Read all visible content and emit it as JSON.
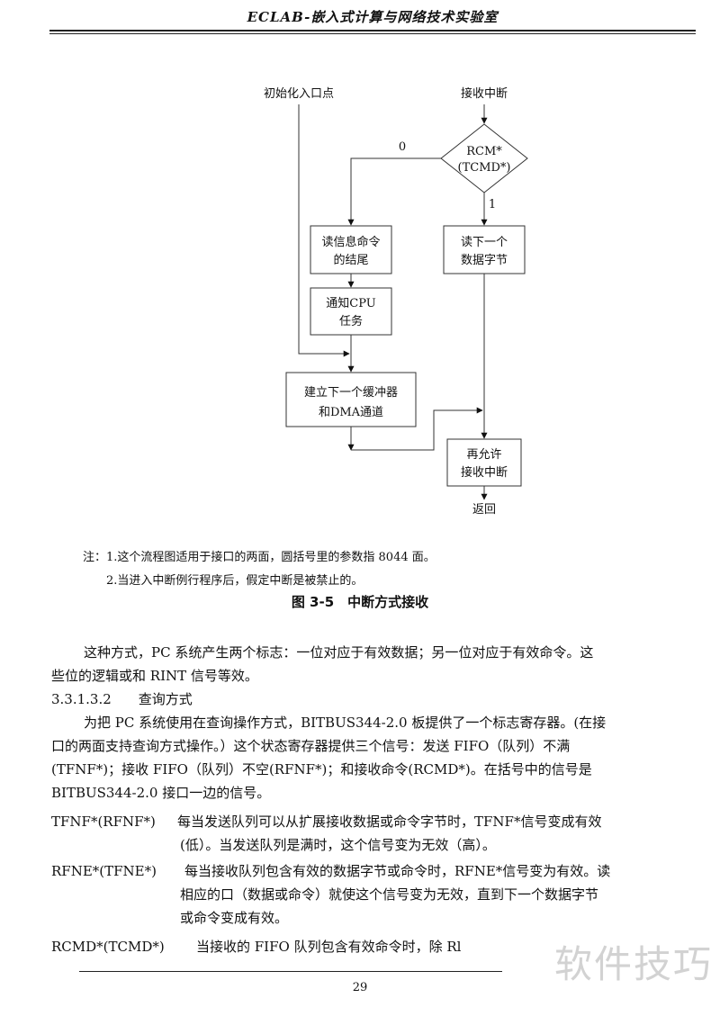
{
  "header": {
    "title": "ECLAB-嵌入式计算与网络技术实验室"
  },
  "flowchart": {
    "entry_init": "初始化入口点",
    "entry_recv": "接收中断",
    "decision_line1": "RCM*",
    "decision_line2": "(TCMD*)",
    "branch_zero": "0",
    "branch_one": "1",
    "box_read_end_1": "读信息命令",
    "box_read_end_2": "的结尾",
    "box_read_next_1": "读下一个",
    "box_read_next_2": "数据字节",
    "box_notify_1": "通知CPU",
    "box_notify_2": "任务",
    "box_buffer_1": "建立下一个缓冲器",
    "box_buffer_2": "和DMA通道",
    "box_reenable_1": "再允许",
    "box_reenable_2": "接收中断",
    "exit_return": "返回"
  },
  "notes": {
    "note1": "注：1.这个流程图适用于接口的两面，圆括号里的参数指 8044 面。",
    "note2": "2.当进入中断例行程序后，假定中断是被禁止的。"
  },
  "figure_caption": "图 3-5　中断方式接收",
  "body": {
    "p1_l1": "这种方式，PC 系统产生两个标志：一位对应于有效数据；另一位对应于有效命令。这",
    "p1_l2": "些位的逻辑或和 RINT 信号等效。",
    "section": "3.3.1.3.2　　查询方式",
    "p2_l1": "为把 PC 系统使用在查询操作方式，BITBUS344-2.0 板提供了一个标志寄存器。(在接",
    "p2_l2": "口的两面支持查询方式操作。）这个状态寄存器提供三个信号：发送 FIFO（队列）不满",
    "p2_l3": "(TFNF*)；接收 FIFO（队列）不空(RFNF*)；和接收命令(RCMD*)。在括号中的信号是",
    "p2_l4": "BITBUS344-2.0 接口一边的信号。",
    "def1_term": "TFNF*(RFNF*)",
    "def1_l1": "每当发送队列可以从扩展接收数据或命令字节时，TFNF*信号变成有效",
    "def1_l2": "(低）。当发送队列是满时，这个信号变为无效（高）。",
    "def2_term": "RFNE*(TFNE*)",
    "def2_l1": "每当接收队列包含有效的数据字节或命令时，RFNE*信号变为有效。读",
    "def2_l2": "相应的口（数据或命令）就使这个信号变为无效，直到下一个数据字节",
    "def2_l3": "或命令变成有效。",
    "def3_term": "RCMD*(TCMD*)",
    "def3_l1": "当接收的 FIFO 队列包含有效命令时，除 Rl"
  },
  "footer": {
    "page_number": "29"
  },
  "watermark": "软件技巧"
}
